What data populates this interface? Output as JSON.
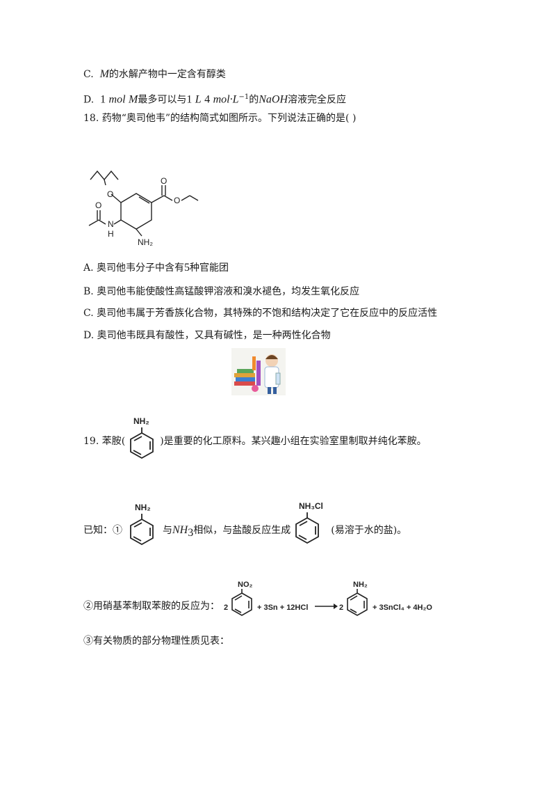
{
  "q17": {
    "optC": {
      "label": "C.",
      "var": "M",
      "text": "的水解产物中一定含有醇类"
    },
    "optD": {
      "label": "D.",
      "n1": "1",
      "unit1": "mol",
      "var": "M",
      "t1": "最多可以与",
      "n2": "1",
      "L": "L",
      "n3": "4",
      "unit2": "mol·",
      "L2": "L",
      "exp": "−1",
      "t2": "的",
      "naoh": "NaOH",
      "t3": "溶液完全反应"
    }
  },
  "q18": {
    "stem": "18. 药物“奥司他韦”的结构简式如图所示。下列说法正确的是(    )",
    "structure_labels": {
      "o_ether": "O",
      "o_carbonyl": "O",
      "o_ester": "O",
      "o_amide": "O",
      "nh": "N",
      "h": "H",
      "nh2": "NH₂"
    },
    "options": [
      {
        "pre": "A. 奥司他韦分子中含有",
        "num": "5",
        "post": "种官能团"
      },
      {
        "text": "B. 奥司他韦能使酸性高锰酸钾溶液和溴水褪色，均发生氧化反应"
      },
      {
        "text": "C. 奥司他韦属于芳香族化合物，其特殊的不饱和结构决定了它在反应中的反应活性"
      },
      {
        "text": "D. 奥司他韦既具有酸性，又具有碱性，是一种两性化合物"
      }
    ]
  },
  "q19": {
    "stem_pre": "19. 苯胺(",
    "stem_post": ")是重要的化工原料。某兴趣小组在实验室里制取并纯化苯胺。",
    "aniline_label": "NH₂",
    "known": {
      "pre": "已知：①",
      "mid1": "与",
      "nh3": "NH",
      "nh3_sub": "3",
      "mid2": "相似，与盐酸反应生成",
      "salt_label": "NH₃Cl",
      "post": "(易溶于水的盐)。"
    },
    "reaction": {
      "pre": "②用硝基苯制取苯胺的反应为：",
      "coef1": "2",
      "no2": "NO₂",
      "plus_sn": "+ 3Sn + 12HCl",
      "coef2": "2",
      "nh2": "NH₂",
      "products": "+ 3SnCl₄ + 4H₂O"
    },
    "table_intro": "③有关物质的部分物理性质见表："
  }
}
